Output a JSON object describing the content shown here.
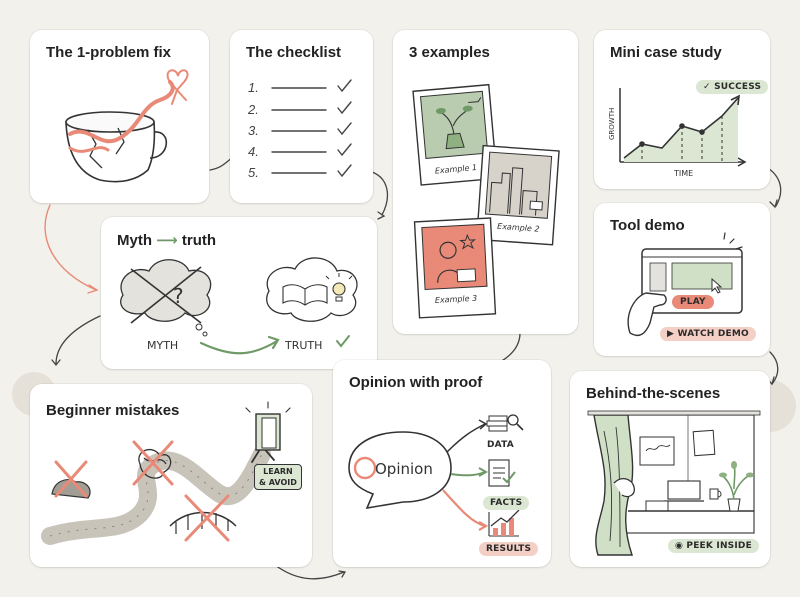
{
  "cards": {
    "problem_fix": {
      "title": "The 1-problem fix"
    },
    "checklist": {
      "title": "The checklist",
      "items": [
        "1.",
        "2.",
        "3.",
        "4.",
        "5."
      ]
    },
    "examples": {
      "title": "3 examples",
      "photo1": "Example 1",
      "photo2": "Example 2",
      "photo3": "Example 3"
    },
    "case_study": {
      "title": "Mini case study",
      "badge": "SUCCESS",
      "y_label": "GROWTH",
      "x_label": "TIME"
    },
    "tool_demo": {
      "title": "Tool demo",
      "play": "PLAY",
      "watch": "WATCH DEMO"
    },
    "myth_truth": {
      "title_a": "Myth",
      "title_b": "truth",
      "myth_label": "MYTH",
      "truth_label": "TRUTH"
    },
    "mistakes": {
      "title": "Beginner mistakes",
      "learn": "LEARN",
      "avoid": "& AVOID"
    },
    "opinion": {
      "title": "Opinion with proof",
      "bubble": "Opinion",
      "data": "DATA",
      "facts": "FACTS",
      "results": "RESULTS"
    },
    "behind": {
      "title": "Behind-the-scenes",
      "peek": "PEEK INSIDE"
    }
  },
  "colors": {
    "coral": "#e98a78",
    "sage": "#c9d9c0",
    "ink": "#333333",
    "sage_dark": "#6f9a68"
  }
}
